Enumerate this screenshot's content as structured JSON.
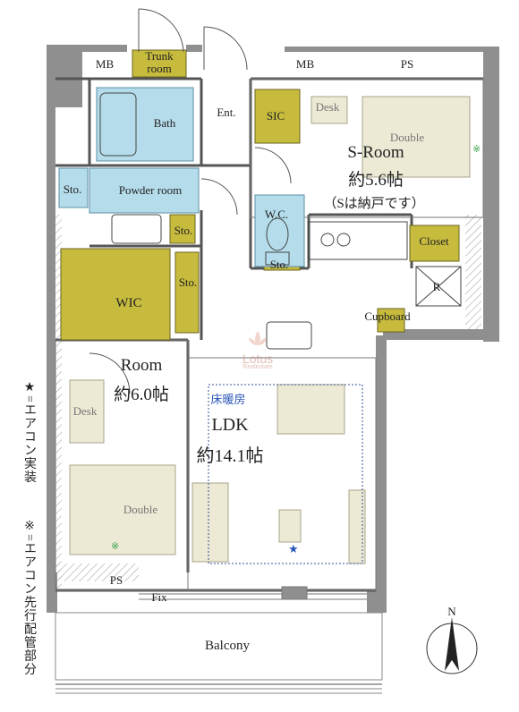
{
  "rooms": {
    "mb_left": "MB",
    "trunk_room": "Trunk\nroom",
    "mb_right": "MB",
    "ps_top": "PS",
    "bath": "Bath",
    "entrance": "Ent.",
    "sic": "SIC",
    "desk_sroom": "Desk",
    "double_sroom": "Double",
    "s_room_name": "S-Room",
    "s_room_size": "約5.6帖",
    "s_room_note": "（Sは納戸です）",
    "storage_left": "Sto.",
    "powder_room": "Powder room",
    "wc": "W.C.",
    "storage_wc": "Sto.",
    "storage_mid": "Sto.",
    "storage_hall": "Sto.",
    "closet": "Closet",
    "refrigerator": "R",
    "wic": "WIC",
    "cupboard": "Cupboard",
    "room_name": "Room",
    "room_size": "約6.0帖",
    "desk_room": "Desk",
    "double_room": "Double",
    "floor_heating": "床暖房",
    "ldk_name": "LDK",
    "ldk_size": "約14.1帖",
    "ps_bottom": "PS",
    "fix": "Fix",
    "balcony": "Balcony",
    "north": "N"
  },
  "legend": {
    "aircon_unit": "★=エアコン実装",
    "aircon_pipe": "※=エアコン先行配管部分"
  },
  "watermark": {
    "name": "Lotus",
    "sub": "Realestate"
  },
  "colors": {
    "wall": "#8f8f8f",
    "storage": "#c7bb3e",
    "wet_area": "#b4dcea",
    "furniture": "#ece9d4",
    "floor_heat": "#3a4f9a",
    "aircon_star": "#2a55b8",
    "pipe_mark": "#3aa04a"
  }
}
